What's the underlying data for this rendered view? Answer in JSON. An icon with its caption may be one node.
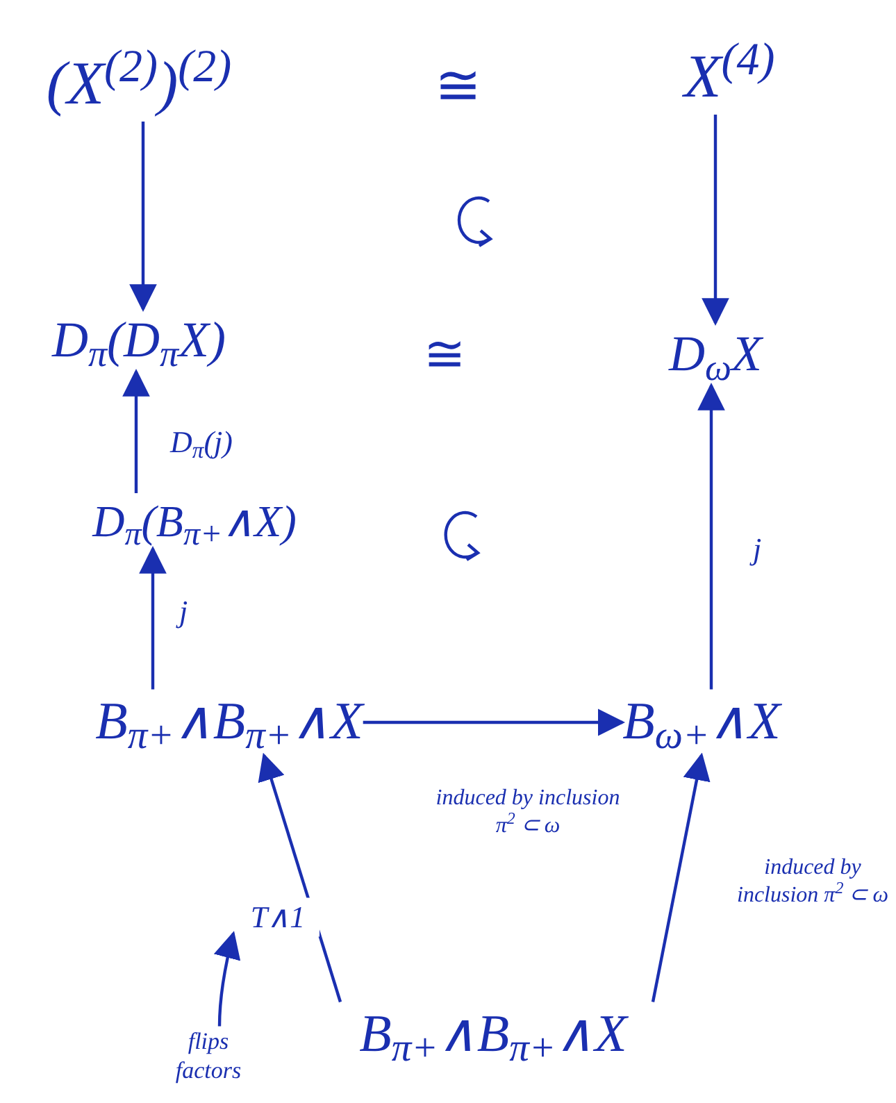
{
  "diagram": {
    "nodes": [
      {
        "text": [
          "(X$^{(2)}$)$^{(2)}$"
        ]
      },
      {
        "text": [
          "X$^{(4)}$"
        ]
      },
      {
        "text": [
          "D$_{π}$(D$_{π}$X)"
        ]
      },
      {
        "text": [
          "D$_{ω}$X"
        ]
      },
      {
        "text": [
          "D$_{π}$(B$_{π+}$∧X)"
        ]
      },
      {
        "text": [
          "B$_{π+}$∧B$_{π+}$∧X"
        ]
      },
      {
        "text": [
          "B$_{ω+}$∧X"
        ]
      },
      {
        "text": [
          "B$_{π+}$∧B$_{π+}$∧X"
        ]
      },
      {
        "text": [
          "flips factors"
        ]
      }
    ],
    "edges": [
      {
        "from": 0,
        "to": 2,
        "arrow": "to"
      },
      {
        "from": 1,
        "to": 3,
        "arrow": "to"
      },
      {
        "from": 4,
        "to": 2,
        "arrow": "to",
        "label": "D$_{π}$(j)"
      },
      {
        "from": 5,
        "to": 4,
        "arrow": "to",
        "label": "j"
      },
      {
        "from": 5,
        "to": 6,
        "arrow": "to",
        "label": "induced by inclusion π$^{2}$ ⊂ ω"
      },
      {
        "from": 6,
        "to": 3,
        "arrow": "to",
        "label": "j"
      },
      {
        "from": 7,
        "to": 5,
        "arrow": "to",
        "label": "T∧1"
      },
      {
        "from": 7,
        "to": 6,
        "arrow": "to",
        "label": "induced by inclusion π$^{2}$ ⊂ ω"
      },
      {
        "from": 8,
        "to": null,
        "arrow": "to"
      }
    ],
    "labels": [
      "≅",
      "≅"
    ]
  }
}
